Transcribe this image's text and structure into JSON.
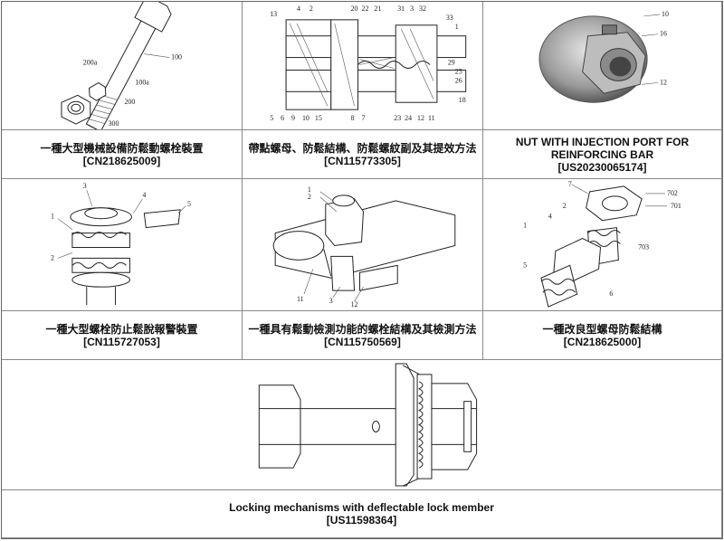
{
  "patents": [
    {
      "title": "一種大型機械設備防鬆動螺栓裝置",
      "number": "[CN218625009]",
      "labels": [
        "100",
        "200a",
        "100a",
        "200",
        "300"
      ]
    },
    {
      "title": "帶點螺母、防鬆結構、防鬆螺紋副及其提效方法",
      "number": "[CN115773305]",
      "labels": [
        "13",
        "4",
        "2",
        "20",
        "22",
        "21",
        "31",
        "3",
        "32",
        "33",
        "1",
        "29",
        "25",
        "26",
        "18",
        "5",
        "6",
        "9",
        "10",
        "15",
        "8",
        "7",
        "23",
        "24",
        "12",
        "11"
      ]
    },
    {
      "title": "NUT WITH INJECTION PORT FOR REINFORCING BAR",
      "number": "[US20230065174]",
      "labels": [
        "10",
        "16",
        "12"
      ]
    },
    {
      "title": "一種大型螺栓防止鬆脫報警裝置",
      "number": "[CN115727053]",
      "labels": [
        "3",
        "4",
        "5",
        "1",
        "2"
      ]
    },
    {
      "title": "一種具有鬆動檢測功能的螺栓結構及其檢測方法",
      "number": "[CN115750569]",
      "labels": [
        "1",
        "2",
        "11",
        "3",
        "12"
      ]
    },
    {
      "title": "一種改良型螺母防鬆結構",
      "number": "[CN218625000]",
      "labels": [
        "7",
        "702",
        "701",
        "2",
        "1",
        "4",
        "703",
        "5",
        "6"
      ]
    },
    {
      "title": "Locking mechanisms with deflectable lock member",
      "number": "[US11598364]",
      "labels": []
    }
  ]
}
